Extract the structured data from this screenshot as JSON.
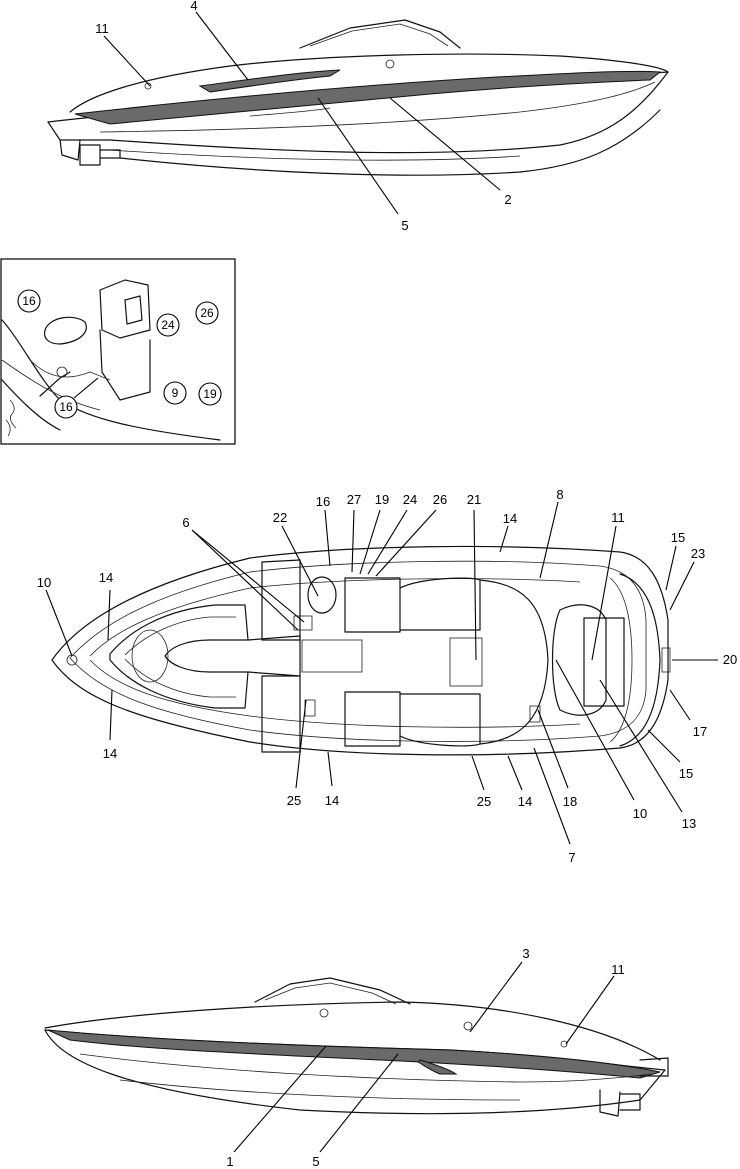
{
  "views": {
    "side_view_top": {
      "callouts": [
        {
          "id": "s1-11",
          "label": "11"
        },
        {
          "id": "s1-4",
          "label": "4"
        },
        {
          "id": "s1-2",
          "label": "2"
        },
        {
          "id": "s1-5",
          "label": "5"
        }
      ]
    },
    "detail_inset": {
      "callouts": [
        {
          "id": "d-16a",
          "label": "16"
        },
        {
          "id": "d-24",
          "label": "24"
        },
        {
          "id": "d-26",
          "label": "26"
        },
        {
          "id": "d-9",
          "label": "9"
        },
        {
          "id": "d-19",
          "label": "19"
        },
        {
          "id": "d-16b",
          "label": "16"
        }
      ]
    },
    "top_view": {
      "callouts": [
        {
          "id": "t-6",
          "label": "6"
        },
        {
          "id": "t-22",
          "label": "22"
        },
        {
          "id": "t-16",
          "label": "16"
        },
        {
          "id": "t-27",
          "label": "27"
        },
        {
          "id": "t-19",
          "label": "19"
        },
        {
          "id": "t-24",
          "label": "24"
        },
        {
          "id": "t-26",
          "label": "26"
        },
        {
          "id": "t-21",
          "label": "21"
        },
        {
          "id": "t-14a",
          "label": "14"
        },
        {
          "id": "t-8",
          "label": "8"
        },
        {
          "id": "t-11",
          "label": "11"
        },
        {
          "id": "t-15a",
          "label": "15"
        },
        {
          "id": "t-23",
          "label": "23"
        },
        {
          "id": "t-20",
          "label": "20"
        },
        {
          "id": "t-17",
          "label": "17"
        },
        {
          "id": "t-15b",
          "label": "15"
        },
        {
          "id": "t-13",
          "label": "13"
        },
        {
          "id": "t-10b",
          "label": "10"
        },
        {
          "id": "t-18",
          "label": "18"
        },
        {
          "id": "t-7",
          "label": "7"
        },
        {
          "id": "t-14b",
          "label": "14"
        },
        {
          "id": "t-25a",
          "label": "25"
        },
        {
          "id": "t-14c",
          "label": "14"
        },
        {
          "id": "t-25b",
          "label": "25"
        },
        {
          "id": "t-14d",
          "label": "14"
        },
        {
          "id": "t-10a",
          "label": "10"
        },
        {
          "id": "t-14e",
          "label": "14"
        }
      ]
    },
    "side_view_bottom": {
      "callouts": [
        {
          "id": "s2-3",
          "label": "3"
        },
        {
          "id": "s2-11",
          "label": "11"
        },
        {
          "id": "s2-1",
          "label": "1"
        },
        {
          "id": "s2-5",
          "label": "5"
        }
      ]
    }
  }
}
